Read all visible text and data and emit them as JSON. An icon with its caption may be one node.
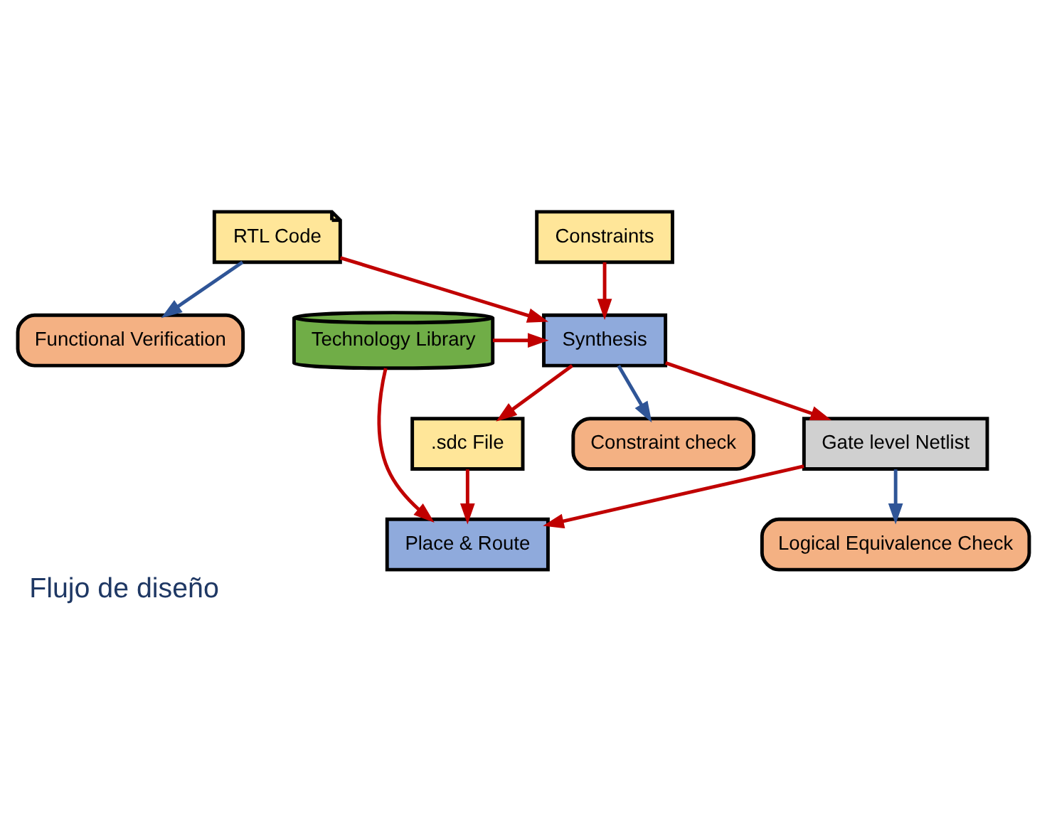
{
  "diagram": {
    "caption": "Flujo de diseño",
    "nodes": [
      {
        "text": [
          "RTL Code"
        ]
      },
      {
        "text": [
          "Constraints"
        ]
      },
      {
        "text": [
          "Functional Verification"
        ]
      },
      {
        "text": [
          "Synthesis"
        ]
      },
      {
        "text": [
          "Technology Library"
        ]
      },
      {
        "text": [
          "Constraint check"
        ]
      },
      {
        "text": [
          "Gate level Netlist"
        ]
      },
      {
        "text": [
          ".sdc File"
        ]
      },
      {
        "text": [
          "Logical Equivalence Check"
        ]
      },
      {
        "text": [
          "Place & Route"
        ]
      }
    ],
    "edges": [
      {
        "from": 0,
        "to": 2,
        "arrow": "to",
        "color": "#2f5597"
      },
      {
        "from": 0,
        "to": 3,
        "arrow": "to"
      },
      {
        "from": 1,
        "to": 3,
        "arrow": "to"
      },
      {
        "from": 4,
        "to": 3,
        "arrow": "to"
      },
      {
        "from": 3,
        "to": 5,
        "arrow": "to",
        "color": "#2f5597"
      },
      {
        "from": 3,
        "to": 6,
        "arrow": "to"
      },
      {
        "from": 3,
        "to": 7,
        "arrow": "to"
      },
      {
        "from": 6,
        "to": 8,
        "arrow": "to",
        "color": "#2f5597"
      },
      {
        "from": 6,
        "to": 9,
        "arrow": "to"
      },
      {
        "from": 7,
        "to": 9,
        "arrow": "to"
      },
      {
        "from": 4,
        "to": 9,
        "arrow": "to"
      }
    ]
  }
}
